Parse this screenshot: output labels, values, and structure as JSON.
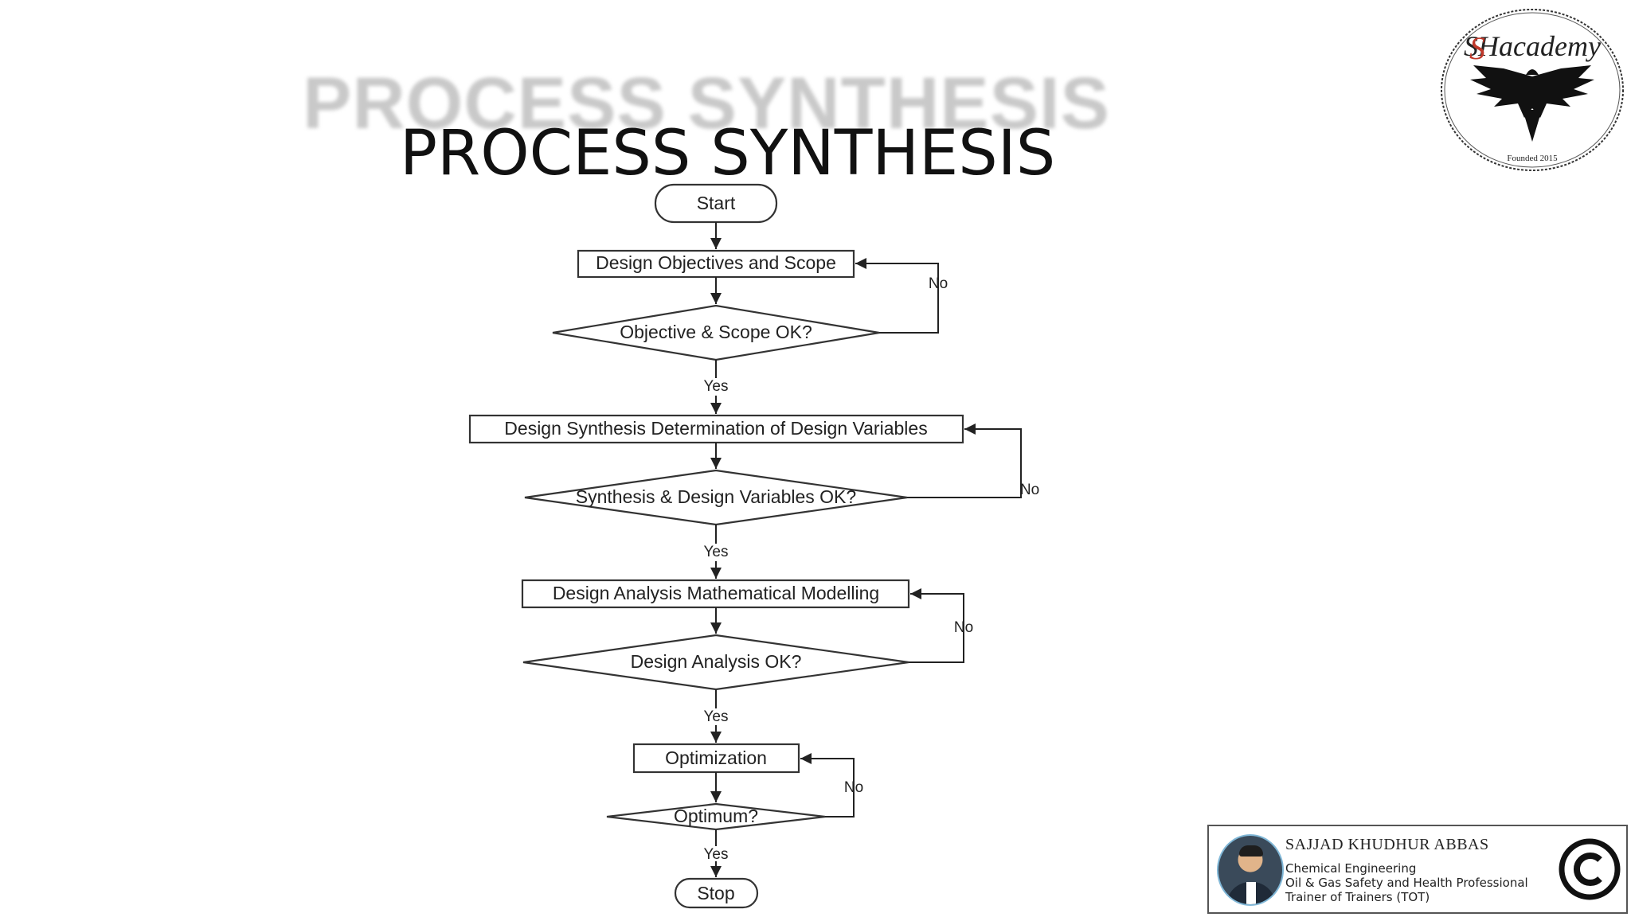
{
  "slide": {
    "title": "PROCESS SYNTHESIS"
  },
  "flowchart": {
    "start": "Start",
    "step1": "Design Objectives and Scope",
    "decision1": "Objective & Scope OK?",
    "step2": "Design Synthesis Determination of Design Variables",
    "decision2": "Synthesis & Design Variables OK?",
    "step3": "Design Analysis Mathematical Modelling",
    "decision3": "Design Analysis OK?",
    "step4": "Optimization",
    "decision4": "Optimum?",
    "stop": "Stop",
    "yes_label": "Yes",
    "no_label": "No"
  },
  "logo": {
    "brand": "SHacademy",
    "founded": "Founded 2015"
  },
  "author_card": {
    "name": "SAJJAD KHUDHUR ABBAS",
    "line1": "Chemical Engineering",
    "line2": "Oil & Gas Safety and Health Professional",
    "line3": "Trainer of Trainers (TOT)",
    "symbol": "©"
  }
}
